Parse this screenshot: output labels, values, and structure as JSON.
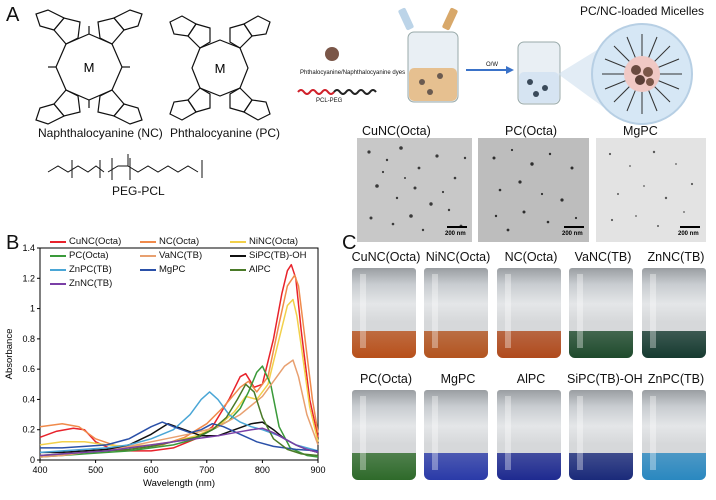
{
  "panels": {
    "a": "A",
    "b": "B",
    "c": "C"
  },
  "panel_a": {
    "nc_label": "Naphthalocyanine (NC)",
    "pc_label": "Phthalocyanine (PC)",
    "metal_symbol": "M",
    "peg_pcl_label": "PEG-PCL",
    "dye_label": "Phthalocyanine/Naphthalocyanine dyes",
    "polymer_label": "PCL-PEG",
    "process_label": "O/W",
    "micelle_title": "PC/NC-loaded Micelles",
    "tem": [
      {
        "label": "CuNC(Octa)",
        "scale": "200 nm"
      },
      {
        "label": "PC(Octa)",
        "scale": "200 nm"
      },
      {
        "label": "MgPC",
        "scale": "200 nm"
      }
    ]
  },
  "chart_data": {
    "type": "line",
    "title": "",
    "xlabel": "Wavelength (nm)",
    "ylabel": "Absorbance",
    "xlim": [
      400,
      900
    ],
    "ylim": [
      0,
      1.4
    ],
    "xticks": [
      400,
      500,
      600,
      700,
      800,
      900
    ],
    "yticks": [
      0,
      0.2,
      0.4,
      0.6,
      0.8,
      1,
      1.2,
      1.4
    ],
    "legend_position": "top",
    "series": [
      {
        "name": "CuNC(Octa)",
        "color": "#e8222b",
        "x": [
          400,
          430,
          460,
          480,
          500,
          530,
          560,
          600,
          640,
          680,
          710,
          740,
          760,
          770,
          785,
          800,
          820,
          835,
          845,
          852,
          860,
          870,
          885,
          900
        ],
        "y": [
          0.15,
          0.19,
          0.21,
          0.2,
          0.12,
          0.07,
          0.06,
          0.06,
          0.08,
          0.14,
          0.22,
          0.4,
          0.55,
          0.57,
          0.48,
          0.5,
          0.8,
          1.1,
          1.25,
          1.29,
          1.2,
          0.85,
          0.4,
          0.15
        ]
      },
      {
        "name": "NC(Octa)",
        "color": "#f08a4b",
        "x": [
          400,
          440,
          470,
          500,
          540,
          580,
          620,
          660,
          700,
          730,
          760,
          775,
          790,
          810,
          830,
          845,
          858,
          865,
          875,
          890,
          900
        ],
        "y": [
          0.22,
          0.24,
          0.22,
          0.14,
          0.09,
          0.08,
          0.1,
          0.15,
          0.24,
          0.35,
          0.48,
          0.52,
          0.45,
          0.55,
          0.9,
          1.15,
          1.22,
          1.15,
          0.85,
          0.4,
          0.18
        ]
      },
      {
        "name": "NiNC(Octa)",
        "color": "#f2d04a",
        "x": [
          400,
          440,
          480,
          520,
          560,
          600,
          640,
          680,
          720,
          750,
          770,
          790,
          810,
          830,
          845,
          855,
          862,
          870,
          885,
          900
        ],
        "y": [
          0.1,
          0.12,
          0.12,
          0.1,
          0.09,
          0.1,
          0.12,
          0.16,
          0.22,
          0.32,
          0.42,
          0.4,
          0.5,
          0.8,
          1.02,
          1.06,
          0.95,
          0.75,
          0.35,
          0.12
        ]
      },
      {
        "name": "PC(Octa)",
        "color": "#3a9a3a",
        "x": [
          400,
          440,
          480,
          520,
          560,
          600,
          640,
          680,
          700,
          720,
          740,
          760,
          775,
          790,
          800,
          815,
          830,
          850,
          880,
          900
        ],
        "y": [
          0.02,
          0.03,
          0.04,
          0.05,
          0.06,
          0.08,
          0.1,
          0.14,
          0.18,
          0.22,
          0.26,
          0.34,
          0.45,
          0.58,
          0.62,
          0.5,
          0.22,
          0.08,
          0.03,
          0.02
        ]
      },
      {
        "name": "VaNC(TB)",
        "color": "#e8a070",
        "x": [
          400,
          440,
          480,
          520,
          560,
          600,
          640,
          680,
          720,
          760,
          780,
          800,
          820,
          840,
          855,
          865,
          880,
          900
        ],
        "y": [
          0.02,
          0.03,
          0.05,
          0.07,
          0.09,
          0.12,
          0.15,
          0.18,
          0.22,
          0.3,
          0.36,
          0.42,
          0.52,
          0.62,
          0.66,
          0.55,
          0.3,
          0.1
        ]
      },
      {
        "name": "SiPC(TB)-OH",
        "color": "#111111",
        "x": [
          400,
          440,
          480,
          520,
          560,
          600,
          630,
          660,
          690,
          720,
          750,
          780,
          800,
          820,
          840,
          860,
          880,
          900
        ],
        "y": [
          0.05,
          0.05,
          0.06,
          0.07,
          0.1,
          0.17,
          0.24,
          0.2,
          0.16,
          0.16,
          0.2,
          0.24,
          0.25,
          0.2,
          0.14,
          0.1,
          0.07,
          0.05
        ]
      },
      {
        "name": "ZnPC(TB)",
        "color": "#4aa6d6",
        "x": [
          400,
          440,
          480,
          520,
          560,
          600,
          640,
          670,
          690,
          705,
          720,
          740,
          760,
          780,
          800,
          830,
          860,
          900
        ],
        "y": [
          0.05,
          0.06,
          0.07,
          0.08,
          0.1,
          0.14,
          0.2,
          0.3,
          0.4,
          0.45,
          0.4,
          0.3,
          0.25,
          0.22,
          0.2,
          0.16,
          0.1,
          0.06
        ]
      },
      {
        "name": "MgPC",
        "color": "#2a50a8",
        "x": [
          400,
          440,
          480,
          520,
          560,
          600,
          620,
          640,
          670,
          690,
          710,
          730,
          760,
          790,
          820,
          860,
          900
        ],
        "y": [
          0.08,
          0.08,
          0.09,
          0.1,
          0.14,
          0.22,
          0.25,
          0.22,
          0.18,
          0.2,
          0.24,
          0.22,
          0.17,
          0.12,
          0.09,
          0.07,
          0.06
        ]
      },
      {
        "name": "AlPC",
        "color": "#4a7a28",
        "x": [
          400,
          440,
          480,
          520,
          560,
          600,
          640,
          680,
          710,
          735,
          755,
          770,
          785,
          800,
          820,
          845,
          870,
          900
        ],
        "y": [
          0.03,
          0.04,
          0.05,
          0.06,
          0.07,
          0.09,
          0.12,
          0.15,
          0.2,
          0.28,
          0.4,
          0.5,
          0.45,
          0.28,
          0.14,
          0.07,
          0.04,
          0.03
        ]
      },
      {
        "name": "ZnNC(TB)",
        "color": "#7a3fa6",
        "x": [
          400,
          440,
          480,
          520,
          560,
          600,
          640,
          680,
          720,
          750,
          780,
          800,
          820,
          840,
          860,
          880,
          900
        ],
        "y": [
          0.03,
          0.04,
          0.05,
          0.06,
          0.08,
          0.1,
          0.12,
          0.14,
          0.16,
          0.18,
          0.2,
          0.21,
          0.18,
          0.14,
          0.1,
          0.07,
          0.05
        ]
      }
    ]
  },
  "panel_c": {
    "row1": [
      {
        "label": "CuNC(Octa)",
        "liquid": "#b8501a"
      },
      {
        "label": "NiNC(Octa)",
        "liquid": "#b3541f"
      },
      {
        "label": "NC(Octa)",
        "liquid": "#b04a1c"
      },
      {
        "label": "VaNC(TB)",
        "liquid": "#1e4a2c"
      },
      {
        "label": "ZnNC(TB)",
        "liquid": "#163a30"
      }
    ],
    "row2": [
      {
        "label": "PC(Octa)",
        "liquid": "#2e6a2a"
      },
      {
        "label": "MgPC",
        "liquid": "#2a3aa8"
      },
      {
        "label": "AlPC",
        "liquid": "#1e2a90"
      },
      {
        "label": "SiPC(TB)-OH",
        "liquid": "#1a2a7a"
      },
      {
        "label": "ZnPC(TB)",
        "liquid": "#2a88c0"
      }
    ]
  }
}
